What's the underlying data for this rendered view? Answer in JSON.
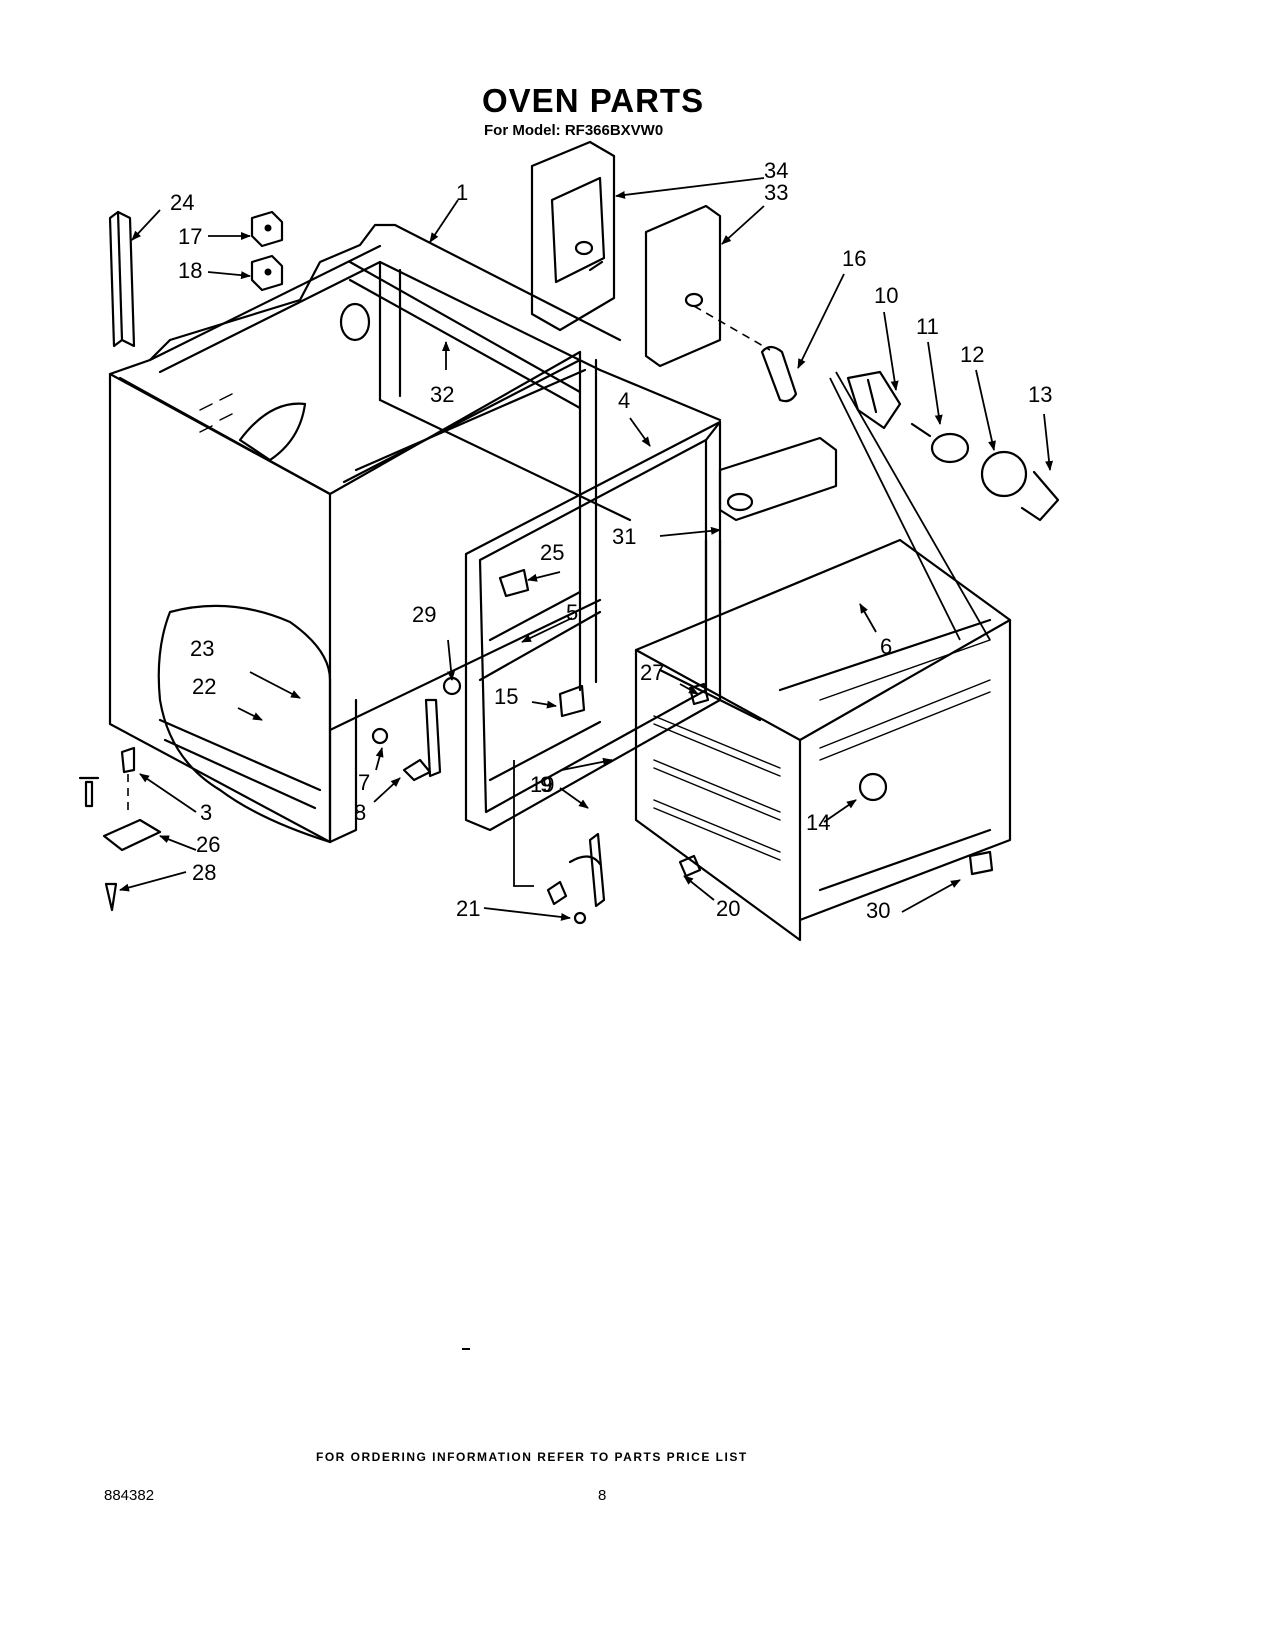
{
  "header": {
    "title": "OVEN PARTS",
    "model_line": "For Model: RF366BXVW0"
  },
  "callouts": [
    "1",
    "3",
    "4",
    "5",
    "6",
    "7",
    "8",
    "9",
    "10",
    "11",
    "12",
    "13",
    "14",
    "15",
    "16",
    "17",
    "18",
    "19",
    "20",
    "21",
    "22",
    "23",
    "24",
    "25",
    "26",
    "27",
    "28",
    "29",
    "30",
    "31",
    "32",
    "33",
    "34"
  ],
  "footer": {
    "ordering_note": "FOR ORDERING INFORMATION REFER TO PARTS PRICE LIST",
    "doc_number": "884382",
    "page_number": "8"
  }
}
